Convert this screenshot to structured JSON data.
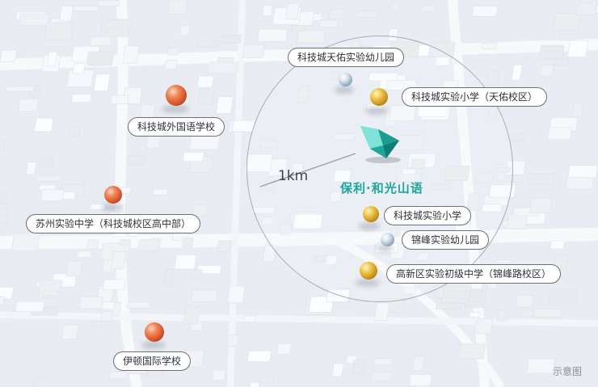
{
  "map": {
    "project_name": "保利·和光山语",
    "distance_label": "1km",
    "note": "示意图",
    "colors": {
      "project": "#1aa89a",
      "ring": "#a7adb6",
      "background": "#e9edf3"
    }
  },
  "schools": [
    {
      "name": "科技城天佑实验幼儿园",
      "marker": "silver"
    },
    {
      "name": "科技城实验小学（天佑校区）",
      "marker": "gold"
    },
    {
      "name": "科技城外国语学校",
      "marker": "orange"
    },
    {
      "name": "苏州实验中学（科技城校区高中部）",
      "marker": "orange"
    },
    {
      "name": "科技城实验小学",
      "marker": "gold"
    },
    {
      "name": "锦峰实验幼儿园",
      "marker": "silver"
    },
    {
      "name": "高新区实验初级中学（锦峰路校区）",
      "marker": "gold"
    },
    {
      "name": "伊顿国际学校",
      "marker": "orange"
    }
  ]
}
